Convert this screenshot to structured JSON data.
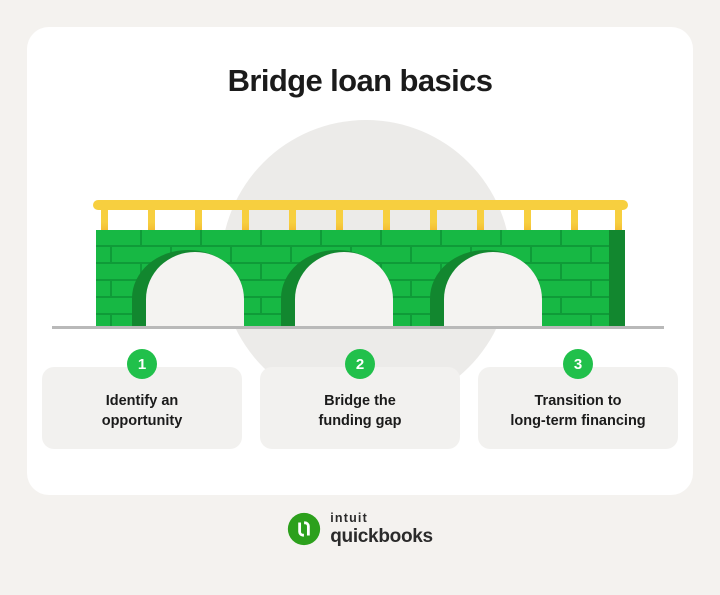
{
  "page": {
    "title": "Bridge loan basics",
    "background_color": "#f4f2ef",
    "panel_color": "#ffffff"
  },
  "illustration": {
    "name": "stone-arch-bridge",
    "backdrop_circle_color": "#ecebe9",
    "brick_color": "#17b844",
    "mortar_color": "#0f9b38",
    "shadow_color": "#12872f",
    "railing_color": "#f7cf3f",
    "railing_post_shade": "#f2b22e",
    "arch_opening_color": "#f4f3f1",
    "ground_line_color": "#b9b9b9",
    "arch_count": 3,
    "railing_post_count": 12
  },
  "steps": [
    {
      "number": "1",
      "label": "Identify an\nopportunity",
      "line1": "Identify an",
      "line2": "opportunity"
    },
    {
      "number": "2",
      "label": "Bridge the\nfunding gap",
      "line1": "Bridge the",
      "line2": "funding gap"
    },
    {
      "number": "3",
      "label": "Transition to\nlong-term financing",
      "line1": "Transition to",
      "line2": "long-term financing"
    }
  ],
  "badge": {
    "color": "#21c04b",
    "text_color": "#ffffff"
  },
  "footer": {
    "brand_primary": "intuit",
    "brand_secondary": "quickbooks",
    "logo_mark_color": "#2ca01c",
    "logo_mark_letters": "qb"
  }
}
